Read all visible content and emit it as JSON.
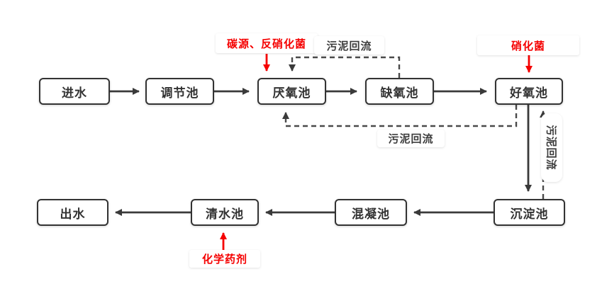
{
  "diagram": {
    "type": "wastewater-treatment-process-flowchart",
    "background": "#ffffff",
    "colors": {
      "box_border": "#333333",
      "box_text": "#333333",
      "arrow_solid": "#3a3a3a",
      "arrow_dashed": "#4a4a4a",
      "accent_red": "#f50000",
      "label_bg": "#ffffff"
    }
  },
  "nodes": [
    {
      "id": "inlet",
      "label": "进水"
    },
    {
      "id": "regulating-tank",
      "label": "调节池"
    },
    {
      "id": "anaerobic-tank",
      "label": "厌氧池"
    },
    {
      "id": "anoxic-tank",
      "label": "缺氧池"
    },
    {
      "id": "aerobic-tank",
      "label": "好氧池"
    },
    {
      "id": "sedimentation-tank",
      "label": "沉淀池"
    },
    {
      "id": "coagulation-tank",
      "label": "混凝池"
    },
    {
      "id": "clean-water-tank",
      "label": "清水池"
    },
    {
      "id": "outlet",
      "label": "出水"
    }
  ],
  "annotations": [
    {
      "id": "carbon-source-denitrifying-bacteria",
      "label": "碳源、反硝化菌",
      "target": "厌氧池",
      "color": "#f50000"
    },
    {
      "id": "nitrifying-bacteria",
      "label": "硝化菌",
      "target": "好氧池",
      "color": "#f50000"
    },
    {
      "id": "chemical-agent",
      "label": "化学药剂",
      "target": "清水池",
      "color": "#f50000"
    }
  ],
  "flow_labels": [
    {
      "id": "sludge-return-top",
      "label": "污泥回流",
      "path": "缺氧池→厌氧池"
    },
    {
      "id": "sludge-return-mid",
      "label": "污泥回流",
      "path": "好氧池→厌氧池"
    },
    {
      "id": "sludge-return-right",
      "label": "污泥回流",
      "path": "沉淀池→好氧池",
      "orientation": "vertical"
    }
  ],
  "edges": [
    {
      "from": "进水",
      "to": "调节池",
      "style": "solid"
    },
    {
      "from": "调节池",
      "to": "厌氧池",
      "style": "solid"
    },
    {
      "from": "厌氧池",
      "to": "缺氧池",
      "style": "solid"
    },
    {
      "from": "缺氧池",
      "to": "好氧池",
      "style": "solid"
    },
    {
      "from": "好氧池",
      "to": "沉淀池",
      "style": "solid"
    },
    {
      "from": "沉淀池",
      "to": "混凝池",
      "style": "solid"
    },
    {
      "from": "混凝池",
      "to": "清水池",
      "style": "solid"
    },
    {
      "from": "清水池",
      "to": "出水",
      "style": "solid"
    },
    {
      "from": "缺氧池",
      "to": "厌氧池",
      "style": "dashed",
      "label": "污泥回流"
    },
    {
      "from": "好氧池",
      "to": "厌氧池",
      "style": "dashed",
      "label": "污泥回流"
    },
    {
      "from": "沉淀池",
      "to": "好氧池",
      "style": "dashed",
      "label": "污泥回流"
    },
    {
      "from": "碳源、反硝化菌",
      "to": "厌氧池",
      "style": "red"
    },
    {
      "from": "硝化菌",
      "to": "好氧池",
      "style": "red"
    },
    {
      "from": "化学药剂",
      "to": "清水池",
      "style": "red"
    }
  ]
}
